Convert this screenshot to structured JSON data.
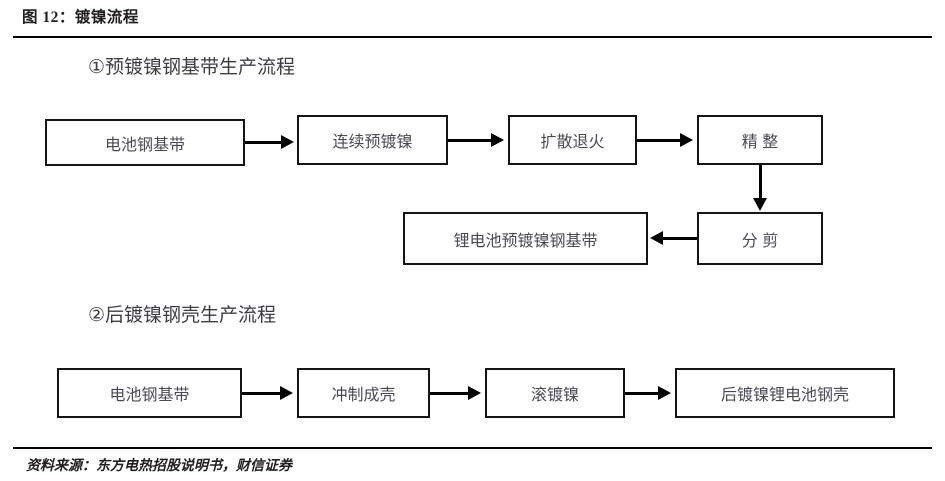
{
  "figure": {
    "title": "图 12：镀镍流程",
    "source_note": "资料来源：东方电热招股说明书，财信证券"
  },
  "sections": [
    {
      "id": "section-1",
      "heading": "①预镀镍钢基带生产流程",
      "boxes": [
        {
          "id": "battery-steel-strip-1",
          "label": "电池钢基带"
        },
        {
          "id": "continuous-pre-nickel-plating",
          "label": "连续预镀镍"
        },
        {
          "id": "diffusion-annealing",
          "label": "扩散退火"
        },
        {
          "id": "finishing",
          "label": "精  整"
        },
        {
          "id": "slitting",
          "label": "分  剪"
        },
        {
          "id": "li-battery-pre-nickel-steel-strip",
          "label": "锂电池预镀镍钢基带"
        }
      ]
    },
    {
      "id": "section-2",
      "heading": "②后镀镍钢壳生产流程",
      "boxes": [
        {
          "id": "battery-steel-strip-2",
          "label": "电池钢基带"
        },
        {
          "id": "stamping-into-shell",
          "label": "冲制成壳"
        },
        {
          "id": "barrel-nickel-plating",
          "label": "滚镀镍"
        },
        {
          "id": "post-nickel-li-battery-steel-shell",
          "label": "后镀镍锂电池钢壳"
        }
      ]
    }
  ],
  "colors": {
    "background": "#ffffff",
    "rule": "#000000",
    "box_border": "#151515",
    "box_text": "#4a4a55",
    "heading_text": "#3d3d44",
    "title_text": "#231f20",
    "arrow": "#000000"
  }
}
